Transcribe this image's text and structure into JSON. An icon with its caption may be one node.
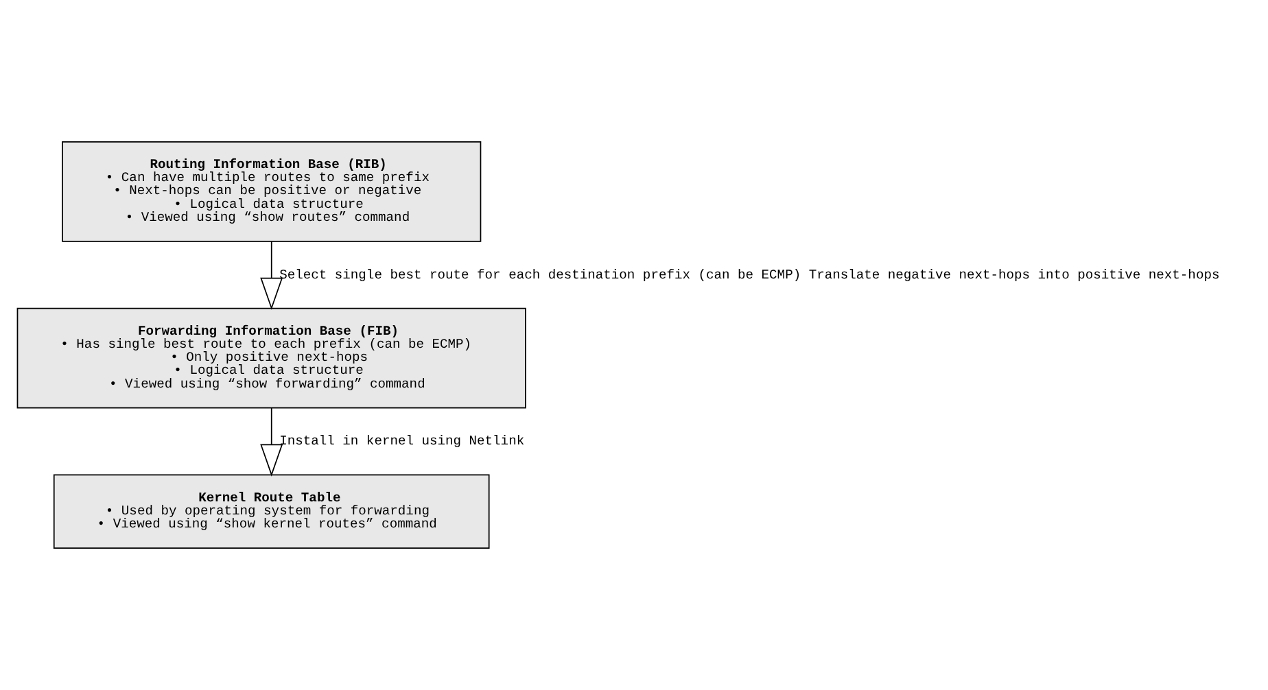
{
  "diagram": {
    "nodes": [
      {
        "text": [
          "Routing Information Base (RIB)",
          "• Can have multiple routes to same prefix",
          "• Next-hops can be positive or negative",
          "• Logical data structure",
          "• Viewed using “show routes” command"
        ]
      },
      {
        "text": [
          "Forwarding Information Base (FIB)",
          "• Has single best route to each prefix (can be ECMP)",
          "• Only positive next-hops",
          "• Logical data structure",
          "• Viewed using “show forwarding” command"
        ]
      },
      {
        "text": [
          "Kernel Route Table",
          "• Used by operating system for forwarding",
          "• Viewed using “show kernel routes” command"
        ]
      }
    ],
    "edges": [
      {
        "from": 0,
        "to": 1,
        "arrow": "to",
        "label": "Select single best route for each destination prefix (can be ECMP) Translate negative next-hops into positive next-hops"
      },
      {
        "from": 1,
        "to": 2,
        "arrow": "to",
        "label": "Install in kernel using Netlink"
      }
    ]
  }
}
